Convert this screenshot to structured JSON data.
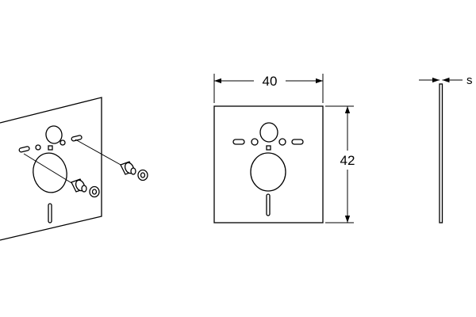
{
  "dimensions": {
    "width_label": "40",
    "height_label": "42",
    "thickness_label": "s"
  }
}
